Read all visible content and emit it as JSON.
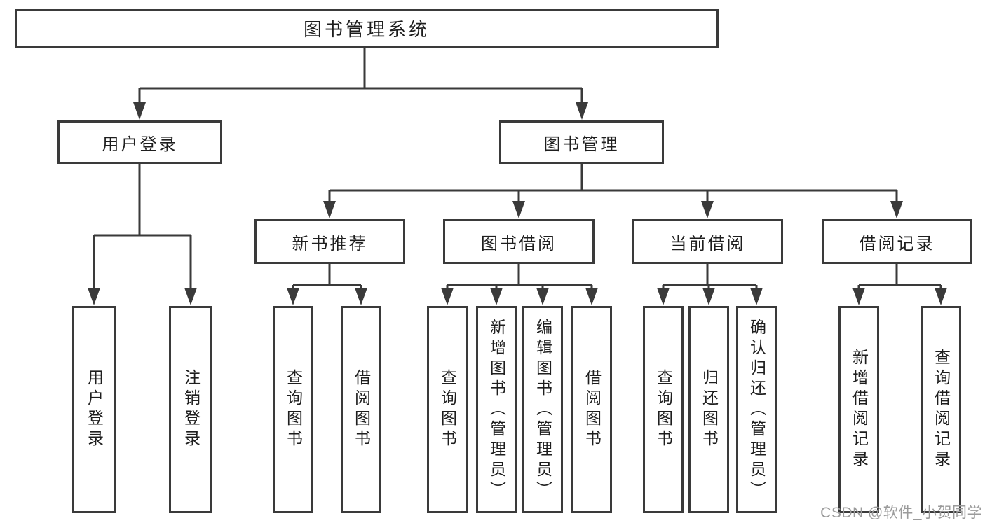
{
  "watermark": "CSDN @软件_小贺同学",
  "colors": {
    "line": "#3a3a3a",
    "box_border": "#3a3a3a",
    "box_background": "#ffffff",
    "text": "#1e1e1e",
    "watermark": "#9b9b9b"
  },
  "tree": {
    "root": {
      "label": "图书管理系统"
    },
    "branches": [
      {
        "label": "用户登录",
        "children": [
          "用户登录",
          "注销登录"
        ]
      },
      {
        "label": "图书管理",
        "sections": [
          {
            "label": "新书推荐",
            "children": [
              "查询图书",
              "借阅图书"
            ]
          },
          {
            "label": "图书借阅",
            "children": [
              "查询图书",
              "新增图书（管理员）",
              "编辑图书（管理员）",
              "借阅图书"
            ]
          },
          {
            "label": "当前借阅",
            "children": [
              "查询图书",
              "归还图书",
              "确认归还（管理员）"
            ]
          },
          {
            "label": "借阅记录",
            "children": [
              "新增借阅记录",
              "查询借阅记录"
            ]
          }
        ]
      }
    ]
  }
}
